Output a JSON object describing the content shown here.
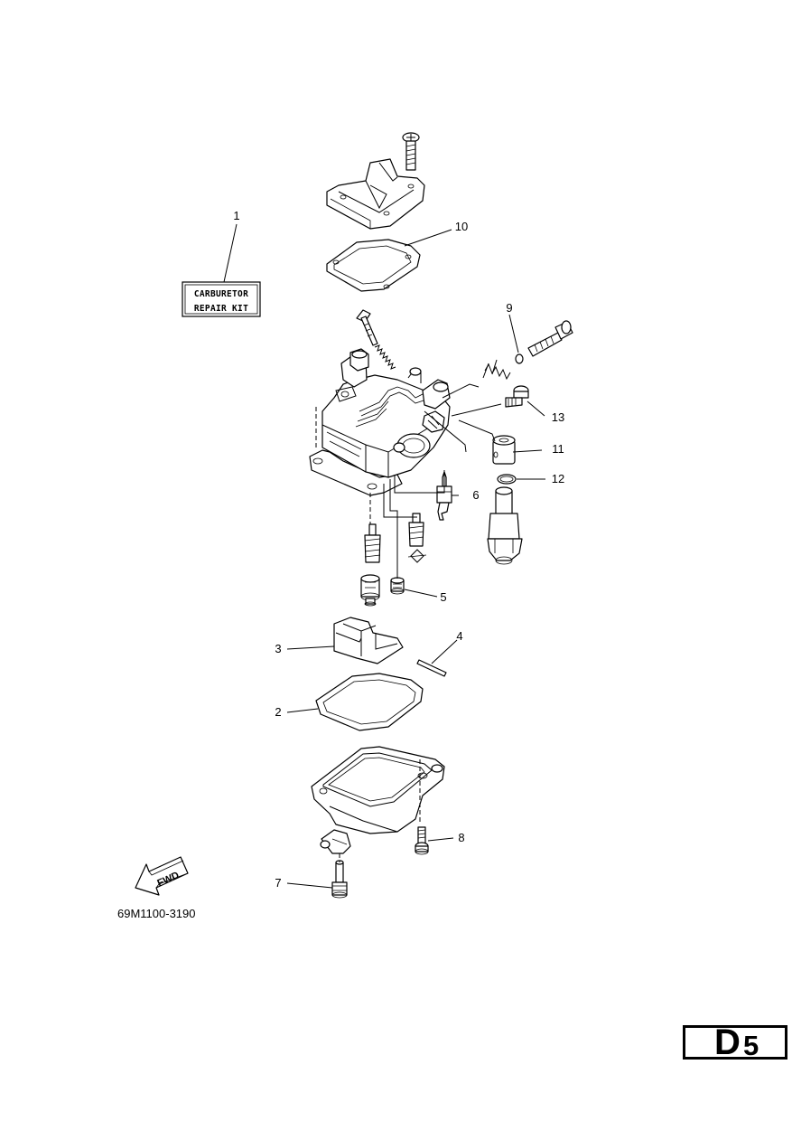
{
  "callouts": {
    "c1": "1",
    "c2": "2",
    "c3": "3",
    "c4": "4",
    "c5": "5",
    "c6": "6",
    "c7": "7",
    "c8": "8",
    "c9": "9",
    "c10": "10",
    "c11": "11",
    "c12": "12",
    "c13": "13"
  },
  "repair_kit": {
    "line1": "CARBURETOR",
    "line2": "REPAIR KIT"
  },
  "fwd_label": "FWD",
  "drawing_number": "69M1100-3190",
  "page_badge": {
    "letter": "D",
    "number": "5"
  }
}
